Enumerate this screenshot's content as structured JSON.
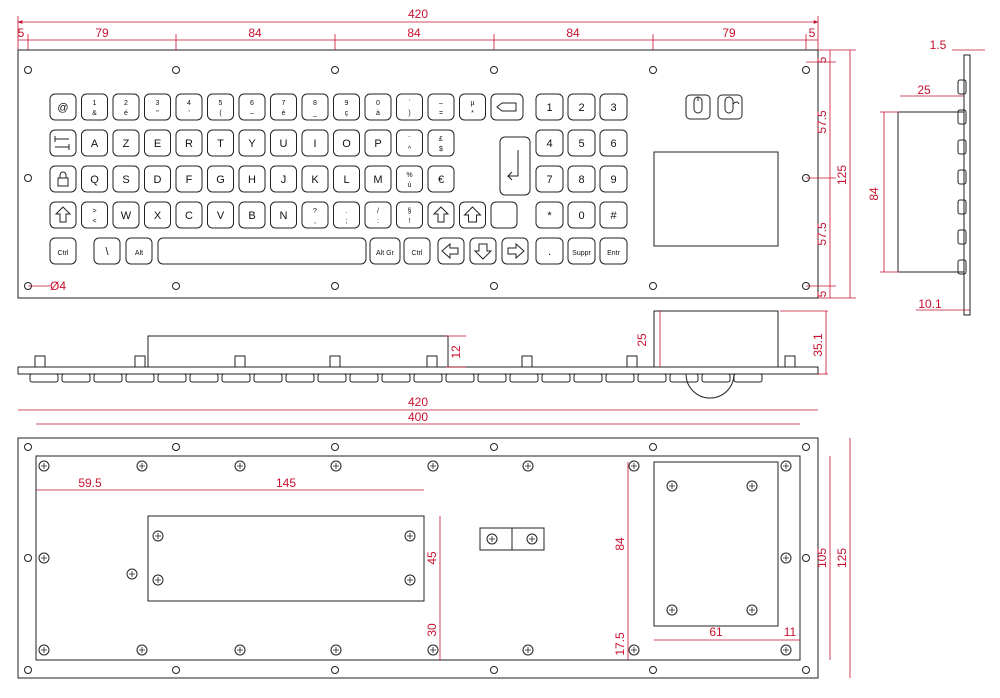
{
  "front_view": {
    "dims": {
      "total_width": "420",
      "margin_left": "5",
      "margin_right": "5",
      "spacing": [
        "79",
        "84",
        "84",
        "84",
        "79"
      ],
      "right_height_top": "5",
      "right_height_upper": "57.5",
      "right_height_total": "125",
      "right_height_lower": "57.5",
      "right_height_bottom": "5",
      "hole_diameter": "Ø4"
    },
    "rows": [
      [
        {
          "t": "@"
        },
        {
          "top": "1",
          "bot": "&"
        },
        {
          "top": "2",
          "bot": "é"
        },
        {
          "top": "3",
          "bot": "\""
        },
        {
          "top": "4",
          "bot": "'"
        },
        {
          "top": "5",
          "bot": "("
        },
        {
          "top": "6",
          "bot": "–"
        },
        {
          "top": "7",
          "bot": "è"
        },
        {
          "top": "8",
          "bot": "_"
        },
        {
          "top": "9",
          "bot": "ç"
        },
        {
          "top": "0",
          "bot": "à"
        },
        {
          "top": "`",
          "bot": ")"
        },
        {
          "top": "–",
          "bot": "="
        },
        {
          "top": "µ",
          "bot": "*"
        },
        {
          "icon": "backspace-icon"
        }
      ],
      [
        {
          "icon": "tab-icon"
        },
        {
          "t": "A"
        },
        {
          "t": "Z"
        },
        {
          "t": "E"
        },
        {
          "t": "R"
        },
        {
          "t": "T"
        },
        {
          "t": "Y"
        },
        {
          "t": "U"
        },
        {
          "t": "I"
        },
        {
          "t": "O"
        },
        {
          "t": "P"
        },
        {
          "top": "¨",
          "bot": "^"
        },
        {
          "top": "£",
          "bot": "$"
        }
      ],
      [
        {
          "icon": "lock-icon"
        },
        {
          "t": "Q"
        },
        {
          "t": "S"
        },
        {
          "t": "D"
        },
        {
          "t": "F"
        },
        {
          "t": "G"
        },
        {
          "t": "H"
        },
        {
          "t": "J"
        },
        {
          "t": "K"
        },
        {
          "t": "L"
        },
        {
          "t": "M"
        },
        {
          "top": "%",
          "bot": "ù"
        },
        {
          "t": "€"
        }
      ],
      [
        {
          "icon": "shift-icon"
        },
        {
          "top": ">",
          "bot": "<"
        },
        {
          "t": "W"
        },
        {
          "t": "X"
        },
        {
          "t": "C"
        },
        {
          "t": "V"
        },
        {
          "t": "B"
        },
        {
          "t": "N"
        },
        {
          "top": "?",
          "bot": ","
        },
        {
          "top": ".",
          "bot": ";"
        },
        {
          "top": "/",
          "bot": ":"
        },
        {
          "top": "§",
          "bot": "!"
        },
        {
          "icon": "shift-icon"
        },
        {
          "icon": "up-arrow-icon"
        },
        {
          "t": ""
        }
      ],
      [
        {
          "t": "Ctrl"
        },
        {
          "t": "\\"
        },
        {
          "t": "Alt"
        },
        {
          "t": ""
        },
        {
          "t": "Alt Gr"
        },
        {
          "t": "Ctrl"
        },
        {
          "icon": "left-arrow-icon"
        },
        {
          "icon": "down-arrow-icon"
        },
        {
          "icon": "right-arrow-icon"
        }
      ]
    ],
    "numpad": [
      "1",
      "2",
      "3",
      "4",
      "5",
      "6",
      "7",
      "8",
      "9",
      "*",
      "0",
      "#",
      ".",
      "Suppr",
      "Entr"
    ],
    "mouse_buttons": [
      "left-click-icon",
      "right-click-icon"
    ]
  },
  "side_view": {
    "dims": {
      "top": "1.5",
      "depth": "25",
      "height": "84",
      "bottom": "10.1"
    }
  },
  "front_section": {
    "dims": {
      "keyboard_height": "12",
      "touchpad_height": "25",
      "total_height": "35.1"
    }
  },
  "back_view": {
    "dims": {
      "total_width": "420",
      "inner_width": "400",
      "pcb_offset": "59.5",
      "pcb_width": "145",
      "pcb_height": "45",
      "pcb_bottom": "30",
      "touch_height": "84",
      "touch_bottom": "17.5",
      "touch_width": "61",
      "touch_right": "11",
      "inner_height": "105",
      "total_height": "125"
    }
  },
  "colors": {
    "dimension": "#c8102e",
    "line": "#222222"
  }
}
